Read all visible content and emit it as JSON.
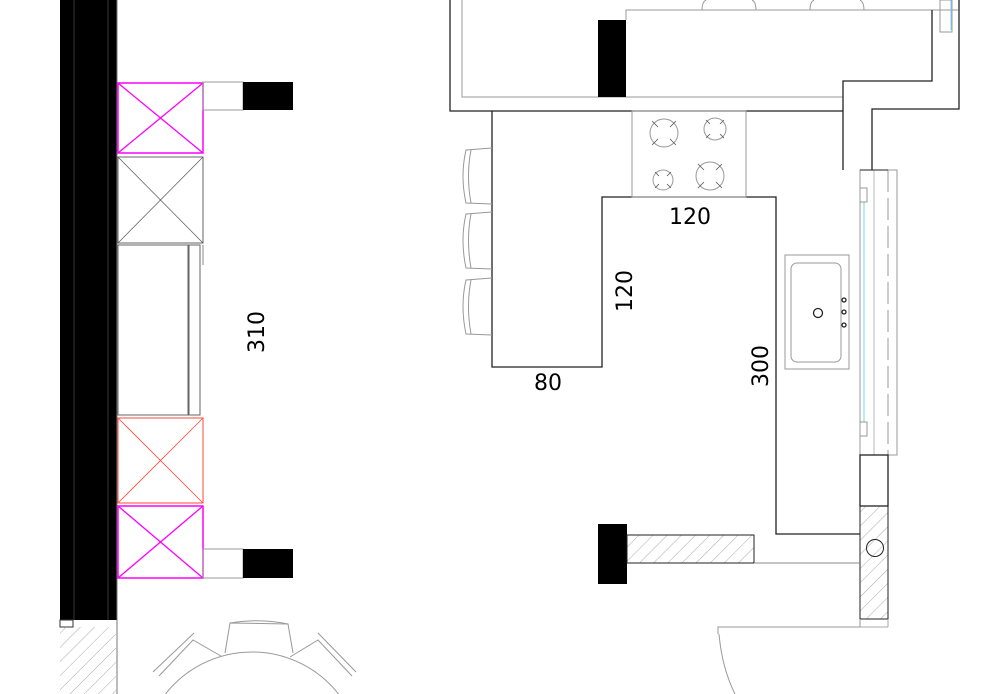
{
  "plan": {
    "dimensions": {
      "left_run": "310",
      "cooktop_width": "120",
      "island_depth": "120",
      "bar_width": "80",
      "right_run": "300"
    },
    "colors": {
      "cabinet_magenta": "#ff00ff",
      "cabinet_red": "#ff4a3a",
      "window_glass": "#7fd0ff",
      "wall_fill": "#000000"
    }
  }
}
